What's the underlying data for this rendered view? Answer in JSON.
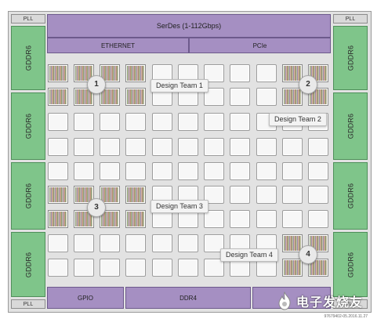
{
  "pll": {
    "top_left": "PLL",
    "top_right": "PLL",
    "bottom_left": "PLL",
    "bottom_right": "PLL"
  },
  "gddr": {
    "left": [
      "GDDR6",
      "GDDR6",
      "GDDR6",
      "GDDR6"
    ],
    "right": [
      "GDDR6",
      "GDDR6",
      "GDDR6",
      "GDDR6"
    ]
  },
  "top_blocks": {
    "serdes": "SerDes (1-112Gbps)",
    "ethernet": "ETHERNET",
    "pcie": "PCIe"
  },
  "bottom_blocks": {
    "gpio": "GPIO",
    "ddr4": "DDR4"
  },
  "teams": [
    {
      "number": "1",
      "label": "Design Team 1"
    },
    {
      "number": "2",
      "label": "Design Team 2"
    },
    {
      "number": "3",
      "label": "Design Team 3"
    },
    {
      "number": "4",
      "label": "Design Team 4"
    }
  ],
  "colors": {
    "gddr": "#7fc58a",
    "io_blocks": "#a58fc2",
    "die": "#e2e2e2"
  },
  "footer_id": "97679402-05.2016.11.27",
  "watermark": {
    "text": "电子发烧友",
    "icon": "flame-logo-icon"
  }
}
